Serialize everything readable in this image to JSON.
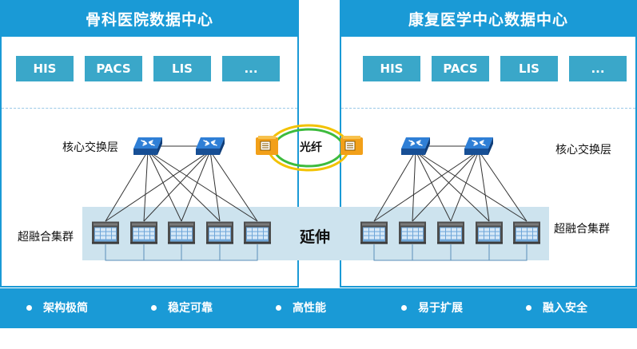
{
  "left_dc": {
    "title": "骨科医院数据中心",
    "apps": [
      "HIS",
      "PACS",
      "LIS",
      "..."
    ],
    "core_label": "核心交换层",
    "cluster_label": "超融合集群"
  },
  "right_dc": {
    "title": "康复医学中心数据中心",
    "apps": [
      "HIS",
      "PACS",
      "LIS",
      "..."
    ],
    "core_label": "核心交换层",
    "cluster_label": "超融合集群"
  },
  "link": {
    "fiber_label": "光纤",
    "extend_label": "延伸"
  },
  "features": [
    "架构极简",
    "稳定可靠",
    "高性能",
    "易于扩展",
    "融入安全"
  ],
  "colors": {
    "primary": "#1a9ad6",
    "app_box": "#3aa7c9",
    "cluster_band": "#cde3ee",
    "switch": "#1e62b8",
    "server": "#555555",
    "fiber_ring": [
      "#f2c200",
      "#3dbb3d"
    ]
  },
  "icons": {
    "switch": "network-switch-icon",
    "server": "server-rack-icon",
    "transceiver": "optical-transceiver-icon"
  }
}
